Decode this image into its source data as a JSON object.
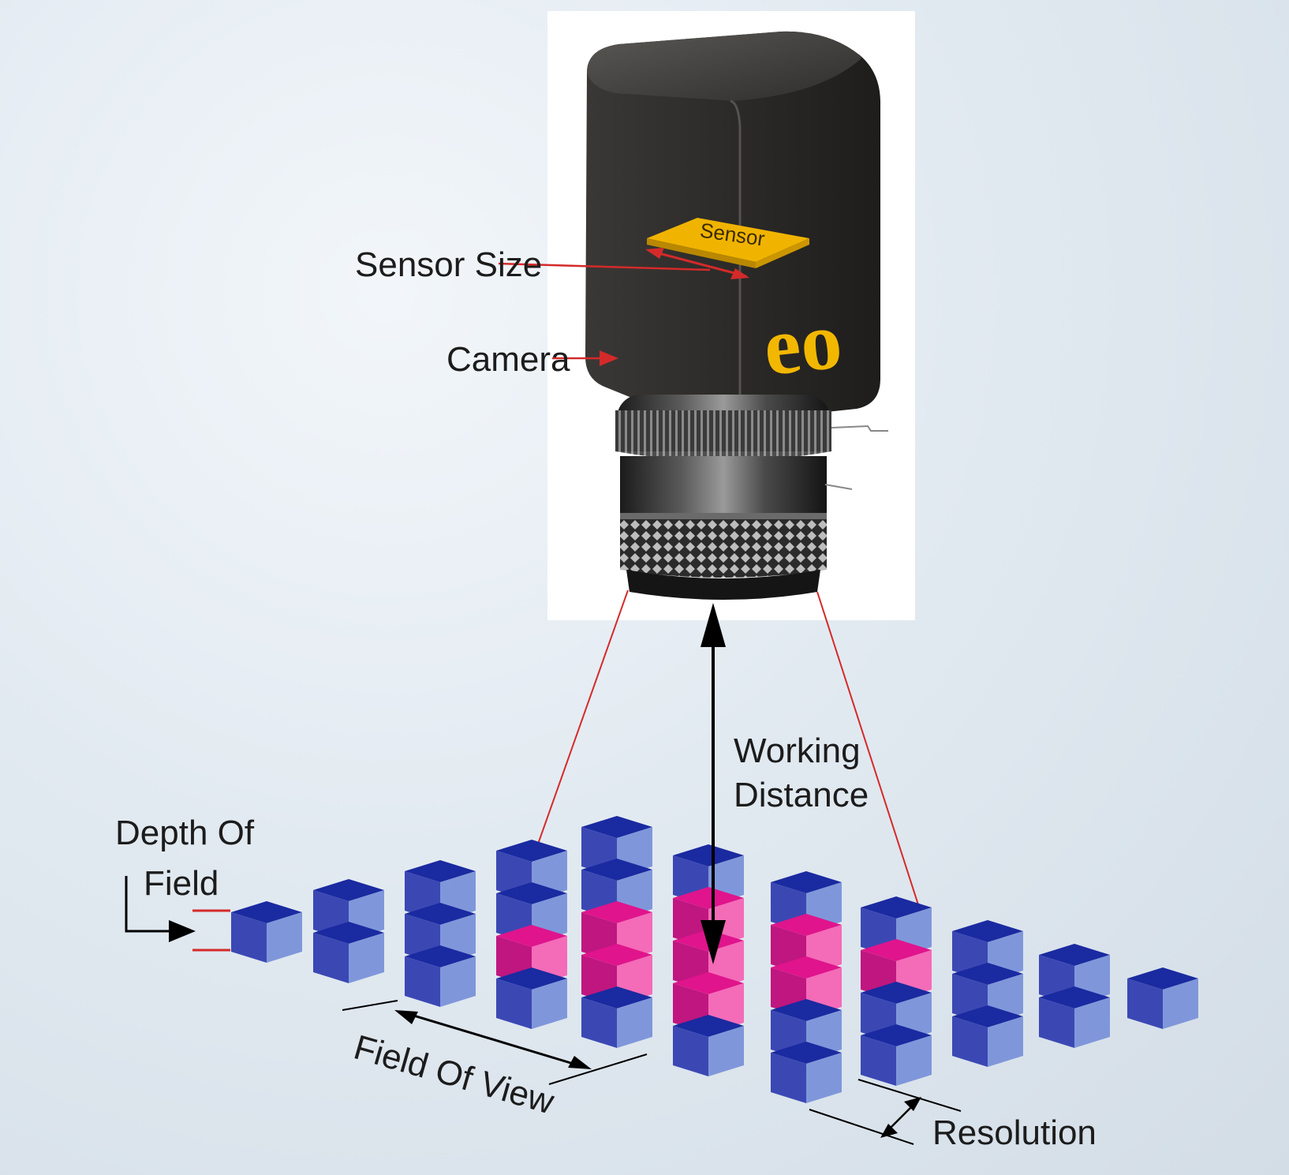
{
  "labels": {
    "sensor_size": "Sensor Size",
    "sensor": "Sensor",
    "camera": "Camera",
    "logo": "eo",
    "working_distance_line1": "Working",
    "working_distance_line2": "Distance",
    "depth_of_field_line1": "Depth Of",
    "depth_of_field_line2": "Field",
    "field_of_view": "Field Of View",
    "resolution": "Resolution"
  },
  "colors": {
    "camera_body": "#2f2d2b",
    "sensor_yellow": "#f0b400",
    "logo_yellow": "#f2b700",
    "arrow_red": "#d42a2a",
    "cube_blue_top": "#1a2aa0",
    "cube_blue_left": "#3b48b4",
    "cube_blue_right": "#7f97da",
    "cube_pink_top": "#e0148c",
    "cube_pink_left": "#c01680",
    "cube_pink_right": "#f46bb8"
  }
}
